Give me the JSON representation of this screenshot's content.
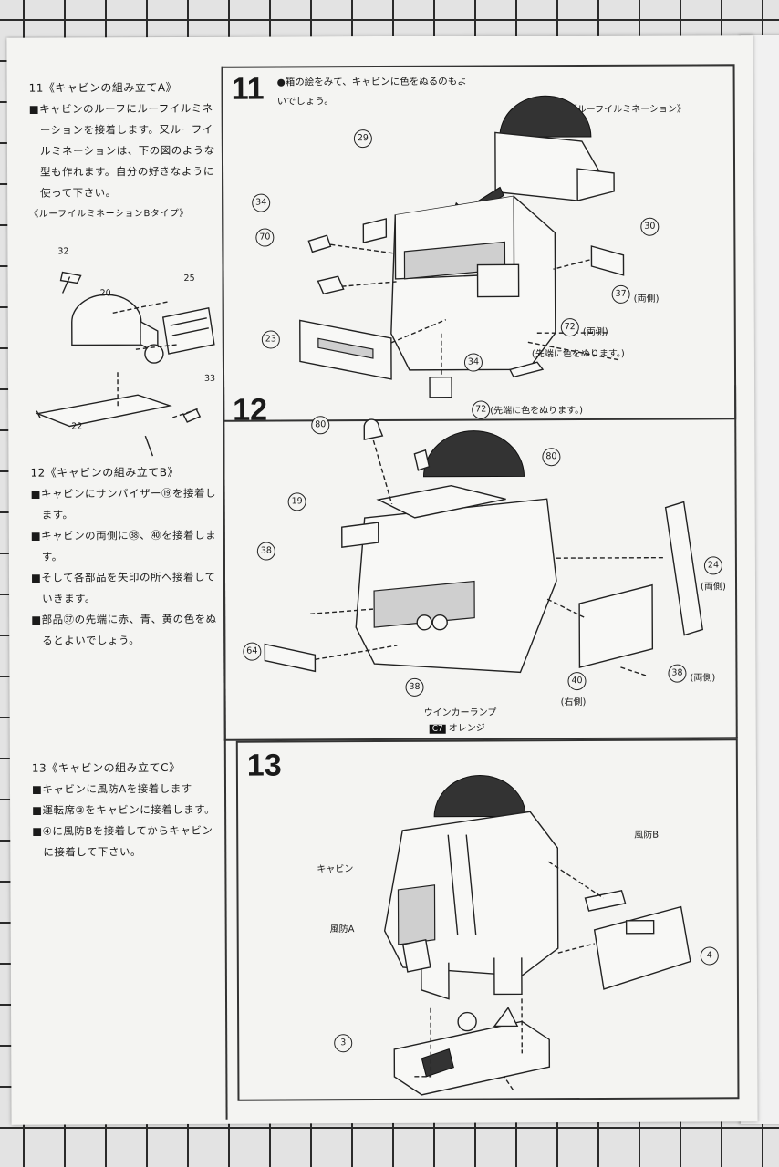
{
  "left_instructions": [
    {
      "heading": "11《キャビンの組み立てA》",
      "items": [
        "■キャビンのルーフにルーフイルミネーションを接着します。又ルーフイルミネーションは、下の図のような型も作れます。自分の好きなように使って下さい。"
      ],
      "note": "《ルーフイルミネーションBタイプ》"
    },
    {
      "heading": "12《キャビンの組み立てB》",
      "items": [
        "■キャビンにサンバイザー⑲を接着します。",
        "■キャビンの両側に㊳、㊵を接着します。",
        "■そして各部品を矢印の所へ接着していきます。",
        "■部品㊲の先端に赤、青、黄の色をぬるとよいでしょう。"
      ],
      "note": ""
    },
    {
      "heading": "13《キャビンの組み立てC》",
      "items": [
        "■キャビンに風防Aを接着します",
        "■運転席③をキャビンに接着します。",
        "■④に風防Bを接着してからキャビンに接着して下さい。"
      ],
      "note": ""
    }
  ],
  "sideB_parts": [
    "32",
    "20",
    "25",
    "22",
    "33"
  ],
  "step11": {
    "number": "11",
    "note": "●箱の絵をみて、キャビンに色をぬるのもよいでしょう。",
    "roof_label": "《ルーフイルミネーション》",
    "parts": [
      "29",
      "34",
      "70",
      "23",
      "34",
      "30",
      "37",
      "72"
    ],
    "both_sides": "(両側)",
    "tip_note": "(先端に色をぬります。)"
  },
  "step12": {
    "number": "12",
    "tip_note": "(先端に色をぬります。)",
    "parts": [
      "80",
      "72",
      "80",
      "19",
      "38",
      "24",
      "64",
      "38",
      "40",
      "38"
    ],
    "both_sides": "(両側)",
    "right_side": "(右側)",
    "winker": "ウインカーランプ",
    "color_code": "C7",
    "color_name": "オレンジ"
  },
  "step13": {
    "number": "13",
    "cabin": "キャビン",
    "windshield_a": "風防A",
    "windshield_b": "風防B",
    "parts": [
      "3",
      "4"
    ]
  }
}
